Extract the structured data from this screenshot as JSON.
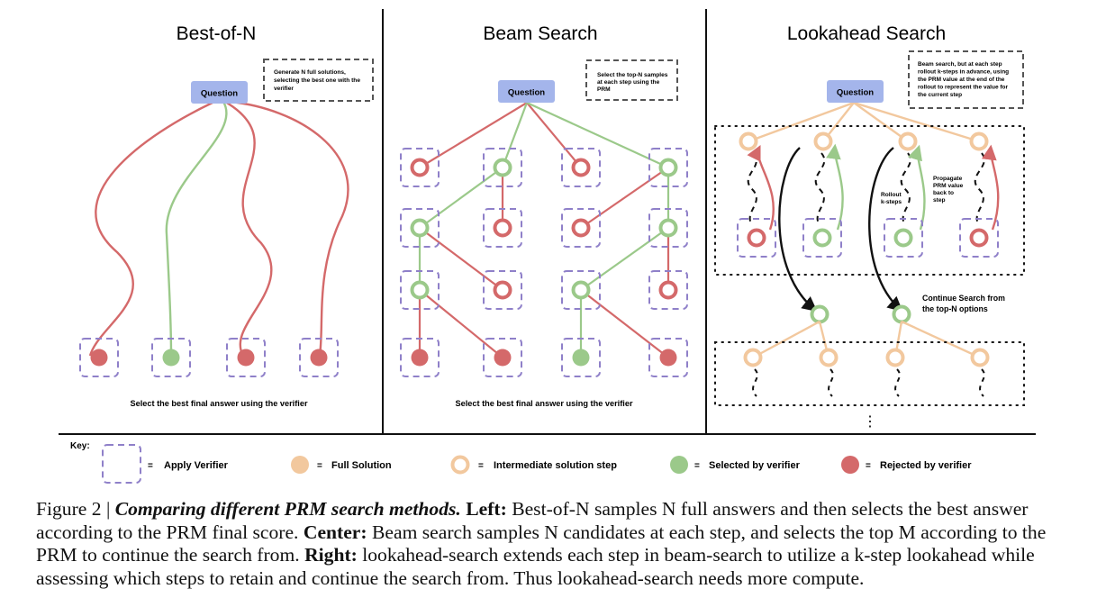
{
  "colors": {
    "question_fill": "#a4b5eb",
    "green": "#9bc98a",
    "red": "#d4696a",
    "orange": "#f2c89e",
    "box_dash": "#8f80c9",
    "dark": "#111111"
  },
  "panels": {
    "best_of_n": {
      "title": "Best-of-N",
      "question": "Question",
      "note": [
        "Generate N full solutions,",
        "selecting the best one with the",
        "verifier"
      ],
      "footer": "Select the best final answer using the verifier"
    },
    "beam": {
      "title": "Beam Search",
      "question": "Question",
      "note": [
        "Select the top-N samples",
        "at each step using the",
        "PRM"
      ],
      "footer": "Select the best final answer using the verifier"
    },
    "lookahead": {
      "title": "Lookahead Search",
      "question": "Question",
      "note": [
        "Beam search, but at each step",
        "rollout k-steps in advance, using",
        "the PRM value at the end of the",
        "rollout to represent the value for",
        "the current step"
      ],
      "rollout_label": [
        "Rollout",
        "k-steps"
      ],
      "propagate_label": [
        "Propagate",
        "PRM value",
        "back to",
        "step"
      ],
      "continue_label": [
        "Continue Search from",
        "the top-N options"
      ],
      "ellipsis": "⋮"
    }
  },
  "key": {
    "title": "Key:",
    "items": [
      {
        "name": "apply-verifier",
        "label": "Apply Verifier"
      },
      {
        "name": "full-solution",
        "label": "Full Solution"
      },
      {
        "name": "intermediate-step",
        "label": "Intermediate solution step"
      },
      {
        "name": "selected",
        "label": "Selected by verifier"
      },
      {
        "name": "rejected",
        "label": "Rejected by verifier"
      }
    ],
    "eq": "="
  },
  "caption": {
    "prefix": "Figure 2 | ",
    "title": "Comparing different PRM search methods.",
    "left_label": "Left:",
    "left_text": " Best-of-N samples N full answers and then selects the best answer according to the PRM final score. ",
    "center_label": "Center:",
    "center_text": " Beam search samples N candidates at each step, and selects the top M according to the PRM to continue the search from. ",
    "right_label": "Right:",
    "right_text": " lookahead-search extends each step in beam-search to utilize a k-step lookahead while assessing which steps to retain and continue the search from. Thus lookahead-search needs more compute."
  }
}
